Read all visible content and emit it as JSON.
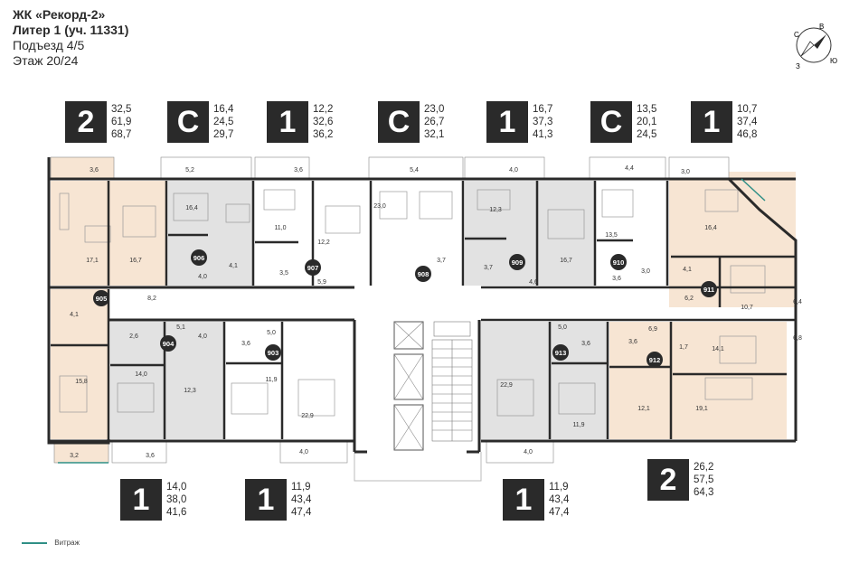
{
  "header": {
    "project": "ЖК «Рекорд-2»",
    "liter": "Литер 1 (уч. 11331)",
    "entrance": "Подъезд 4/5",
    "floor": "Этаж 20/24"
  },
  "compass": {
    "n": "С",
    "e": "В",
    "s": "Ю",
    "w": "З"
  },
  "top_cards": [
    {
      "type": "2",
      "v1": "32,5",
      "v2": "61,9",
      "v3": "68,7"
    },
    {
      "type": "С",
      "v1": "16,4",
      "v2": "24,5",
      "v3": "29,7"
    },
    {
      "type": "1",
      "v1": "12,2",
      "v2": "32,6",
      "v3": "36,2"
    },
    {
      "type": "С",
      "v1": "23,0",
      "v2": "26,7",
      "v3": "32,1"
    },
    {
      "type": "1",
      "v1": "16,7",
      "v2": "37,3",
      "v3": "41,3"
    },
    {
      "type": "С",
      "v1": "13,5",
      "v2": "20,1",
      "v3": "24,5"
    },
    {
      "type": "1",
      "v1": "10,7",
      "v2": "37,4",
      "v3": "46,8"
    }
  ],
  "bottom_cards": [
    {
      "type": "1",
      "v1": "14,0",
      "v2": "38,0",
      "v3": "41,6"
    },
    {
      "type": "1",
      "v1": "11,9",
      "v2": "43,4",
      "v3": "47,4"
    },
    {
      "type": "1",
      "v1": "11,9",
      "v2": "43,4",
      "v3": "47,4"
    },
    {
      "type": "2",
      "v1": "26,2",
      "v2": "57,5",
      "v3": "64,3"
    }
  ],
  "units": [
    "904",
    "905",
    "906",
    "907",
    "908",
    "909",
    "910",
    "911",
    "912",
    "913",
    "903"
  ],
  "rooms_top": [
    "3,6",
    "5,2",
    "3,6",
    "5,4",
    "4,0",
    "4,4",
    "3,0",
    "17,1",
    "16,7",
    "16,4",
    "11,0",
    "12,2",
    "23,0",
    "12,3",
    "16,7",
    "13,5",
    "16,4",
    "4,0",
    "4,1",
    "3,5",
    "5,9",
    "3,7",
    "3,7",
    "4,6",
    "3,6",
    "3,0",
    "4,1",
    "6,2",
    "10,7",
    "6,4",
    "8,2",
    "4,1"
  ],
  "rooms_bottom": [
    "2,6",
    "5,1",
    "4,0",
    "3,6",
    "5,0",
    "5,0",
    "3,6",
    "6,9",
    "3,6",
    "1,7",
    "14,1",
    "6,8",
    "15,8",
    "14,0",
    "12,3",
    "11,9",
    "22,9",
    "22,9",
    "11,9",
    "12,1",
    "19,1",
    "3,2",
    "3,6",
    "4,0",
    "4,0"
  ],
  "legend": {
    "label": "Витраж",
    "color": "#2f8f86"
  },
  "colors": {
    "beige": "#f7e5d3",
    "gray": "#e2e2e2",
    "wall": "#2a2a2a",
    "badge": "#2a2a2a"
  }
}
